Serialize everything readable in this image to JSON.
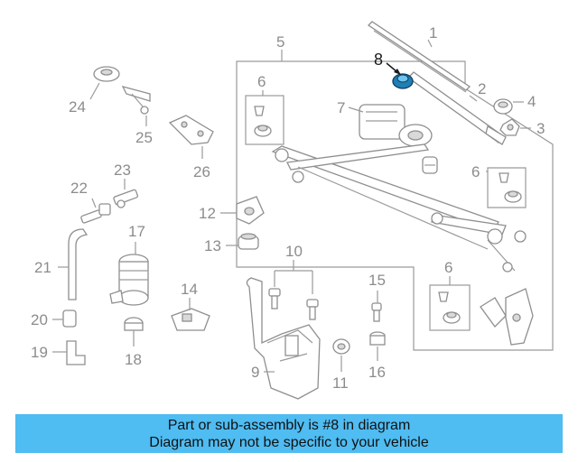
{
  "diagram": {
    "highlighted_part": "8",
    "callouts": [
      "1",
      "2",
      "3",
      "4",
      "5",
      "6",
      "6",
      "6",
      "7",
      "8",
      "9",
      "10",
      "11",
      "12",
      "13",
      "14",
      "15",
      "16",
      "17",
      "18",
      "19",
      "20",
      "21",
      "22",
      "23",
      "24",
      "25",
      "26"
    ],
    "colors": {
      "banner": "#4fbcf2",
      "highlight": "#1f7fb6",
      "line": "#9a9a9a"
    }
  },
  "banner": {
    "line1": "Part or sub-assembly is #8 in diagram",
    "line2": "Diagram may not be specific to your vehicle"
  }
}
